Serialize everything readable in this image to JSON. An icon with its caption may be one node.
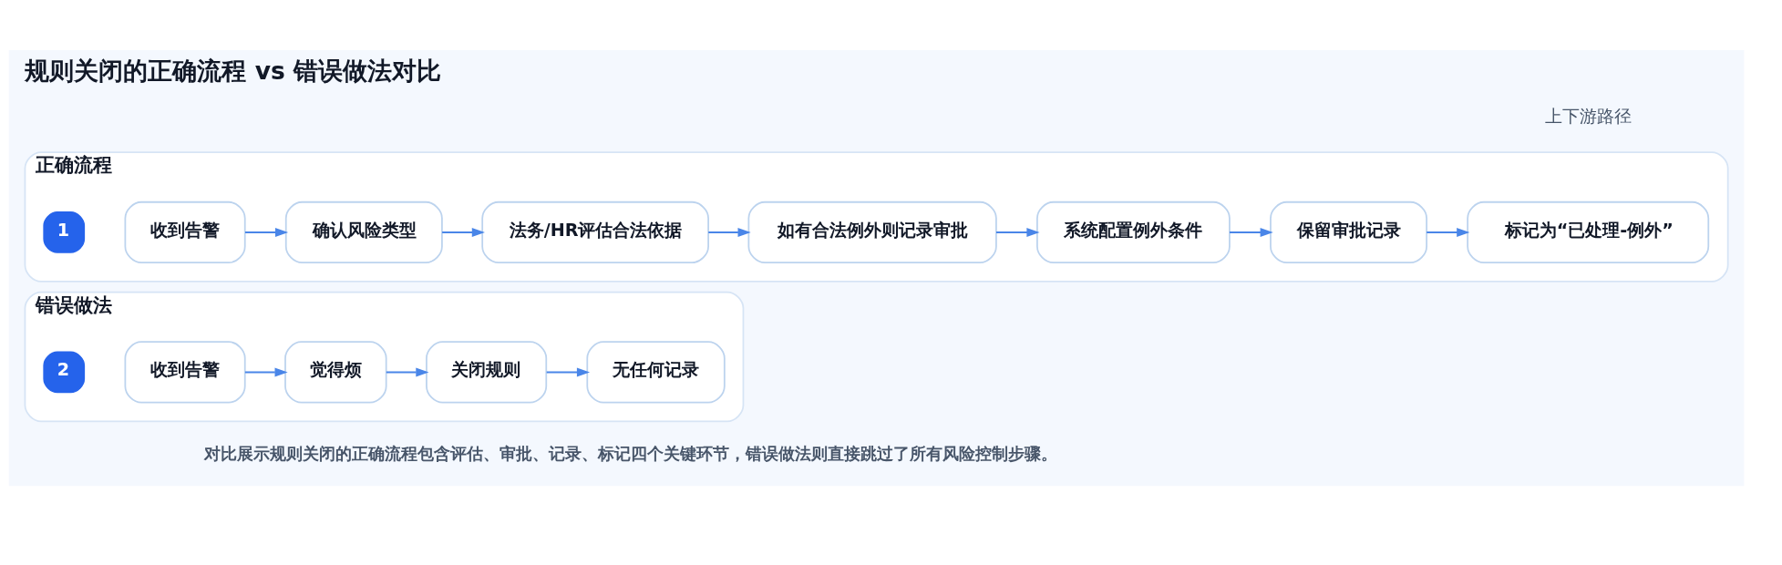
{
  "diagram": {
    "title": "规则关闭的正确流程 vs 错误做法对比",
    "caption": "对比展示规则关闭的正确流程包含评估、审批、记录、标记四个关键环节，错误做法则直接跳过了所有风险控制步骤。",
    "nodes": [
      {
        "text": [
          "正确流程"
        ]
      },
      {
        "text": [
          "1"
        ],
        "in": 0
      },
      {
        "text": [
          "收到告警"
        ],
        "in": 0
      },
      {
        "text": [
          "确认风险类型"
        ],
        "in": 0
      },
      {
        "text": [
          "法务/HR评估合法依据"
        ],
        "in": 0
      },
      {
        "text": [
          "如有合法例外则记录审批"
        ],
        "in": 0
      },
      {
        "text": [
          "系统配置例外条件"
        ],
        "in": 0
      },
      {
        "text": [
          "保留审批记录"
        ],
        "in": 0
      },
      {
        "text": [
          "标记为“已处理-例外”"
        ],
        "in": 0
      },
      {
        "text": [
          "错误做法"
        ]
      },
      {
        "text": [
          "2"
        ],
        "in": 9
      },
      {
        "text": [
          "收到告警"
        ],
        "in": 9
      },
      {
        "text": [
          "觉得烦"
        ],
        "in": 9
      },
      {
        "text": [
          "关闭规则"
        ],
        "in": 9
      },
      {
        "text": [
          "无任何记录"
        ],
        "in": 9
      }
    ],
    "edges": [
      {
        "from": 2,
        "to": 3,
        "arrow": "to"
      },
      {
        "from": 3,
        "to": 4,
        "arrow": "to"
      },
      {
        "from": 4,
        "to": 5,
        "arrow": "to"
      },
      {
        "from": 5,
        "to": 6,
        "arrow": "to"
      },
      {
        "from": 6,
        "to": 7,
        "arrow": "to"
      },
      {
        "from": 7,
        "to": 8,
        "arrow": "to"
      },
      {
        "from": 11,
        "to": 12,
        "arrow": "to"
      },
      {
        "from": 12,
        "to": 13,
        "arrow": "to"
      },
      {
        "from": 13,
        "to": 14,
        "arrow": "to"
      }
    ],
    "labels": [
      "上下游路径"
    ]
  }
}
